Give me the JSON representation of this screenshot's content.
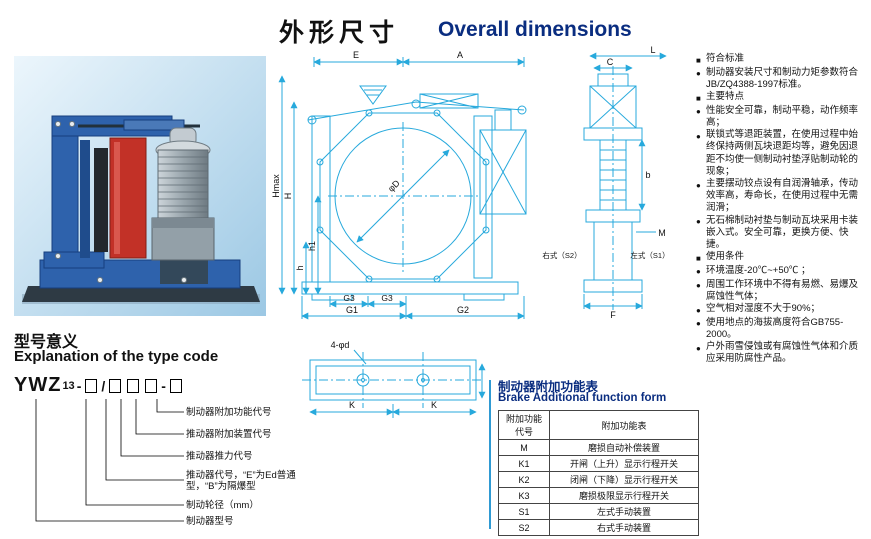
{
  "colors": {
    "drawing_line": "#27a9dc",
    "heading_navy": "#0a2d80",
    "photo_frame_blue": "#2e62ac",
    "photo_drum_red": "#c23127"
  },
  "header": {
    "title_zh": "外形尺寸",
    "title_en": "Overall dimensions"
  },
  "drawing": {
    "E": "E",
    "A": "A",
    "C": "C",
    "L": "L",
    "Hmax": "Hmax",
    "H": "H",
    "h1": "h1",
    "h": "h",
    "phi_d": "φD",
    "g3_left": "G3",
    "g3_right": "G3",
    "g1": "G1",
    "g2": "G2",
    "f": "F",
    "b": "b",
    "m": "M",
    "right_s2": "右式（S2）",
    "left_s1": "左式（S1）",
    "bolt_callout": "4-φd",
    "k_left": "K",
    "k_right": "K"
  },
  "notes": {
    "items": [
      {
        "bullet": "■",
        "text": "符合标准"
      },
      {
        "bullet": "●",
        "text": "制动器安装尺寸和制动力矩参数符合JB/ZQ4388-1997标准。"
      },
      {
        "bullet": "■",
        "text": "主要特点"
      },
      {
        "bullet": "●",
        "text": "性能安全可靠，制动平稳，动作频率高；"
      },
      {
        "bullet": "●",
        "text": "联锁式等退距装置，在使用过程中始终保持两侧瓦块退距均等，避免因退距不均使一侧制动衬垫浮贴制动轮的现象；"
      },
      {
        "bullet": "●",
        "text": "主要摆动铰点设有自润滑轴承，传动效率高，寿命长，在使用过程中无需润滑；"
      },
      {
        "bullet": "●",
        "text": "无石棉制动衬垫与制动瓦块采用卡装嵌入式。安全可靠，更换方便、快捷。"
      },
      {
        "bullet": "■",
        "text": "使用条件"
      },
      {
        "bullet": "●",
        "text": "环境温度-20℃~+50℃ ；"
      },
      {
        "bullet": "●",
        "text": "周围工作环境中不得有易燃、易爆及腐蚀性气体；"
      },
      {
        "bullet": "●",
        "text": "空气相对湿度不大于90%；"
      },
      {
        "bullet": "●",
        "text": "使用地点的海拔高度符合GB755-2000。"
      },
      {
        "bullet": "●",
        "text": "户外雨雪侵蚀或有腐蚀性气体和介质应采用防腐性产品。"
      }
    ]
  },
  "type_code": {
    "title_zh": "型号意义",
    "title_en": "Explanation of the type code",
    "prefix": "YWZ",
    "series": "13",
    "dash": "-",
    "slash": "/",
    "dash2": "-",
    "labels": [
      "制动器附加功能代号",
      "推动器附加装置代号",
      "推动器推力代号",
      "推动器代号，“E”为Ed普通型，“B”为隔爆型",
      "制动轮径（mm）",
      "制动器型号"
    ]
  },
  "function_table": {
    "title_zh": "制动器附加功能表",
    "title_en": "Brake Additional function form",
    "headers": [
      "附加功能代号",
      "附加功能表"
    ],
    "rows": [
      [
        "M",
        "磨损自动补偿装置"
      ],
      [
        "K1",
        "开闸（上升）显示行程开关"
      ],
      [
        "K2",
        "闭闸（下降）显示行程开关"
      ],
      [
        "K3",
        "磨损极限显示行程开关"
      ],
      [
        "S1",
        "左式手动装置"
      ],
      [
        "S2",
        "右式手动装置"
      ]
    ]
  }
}
